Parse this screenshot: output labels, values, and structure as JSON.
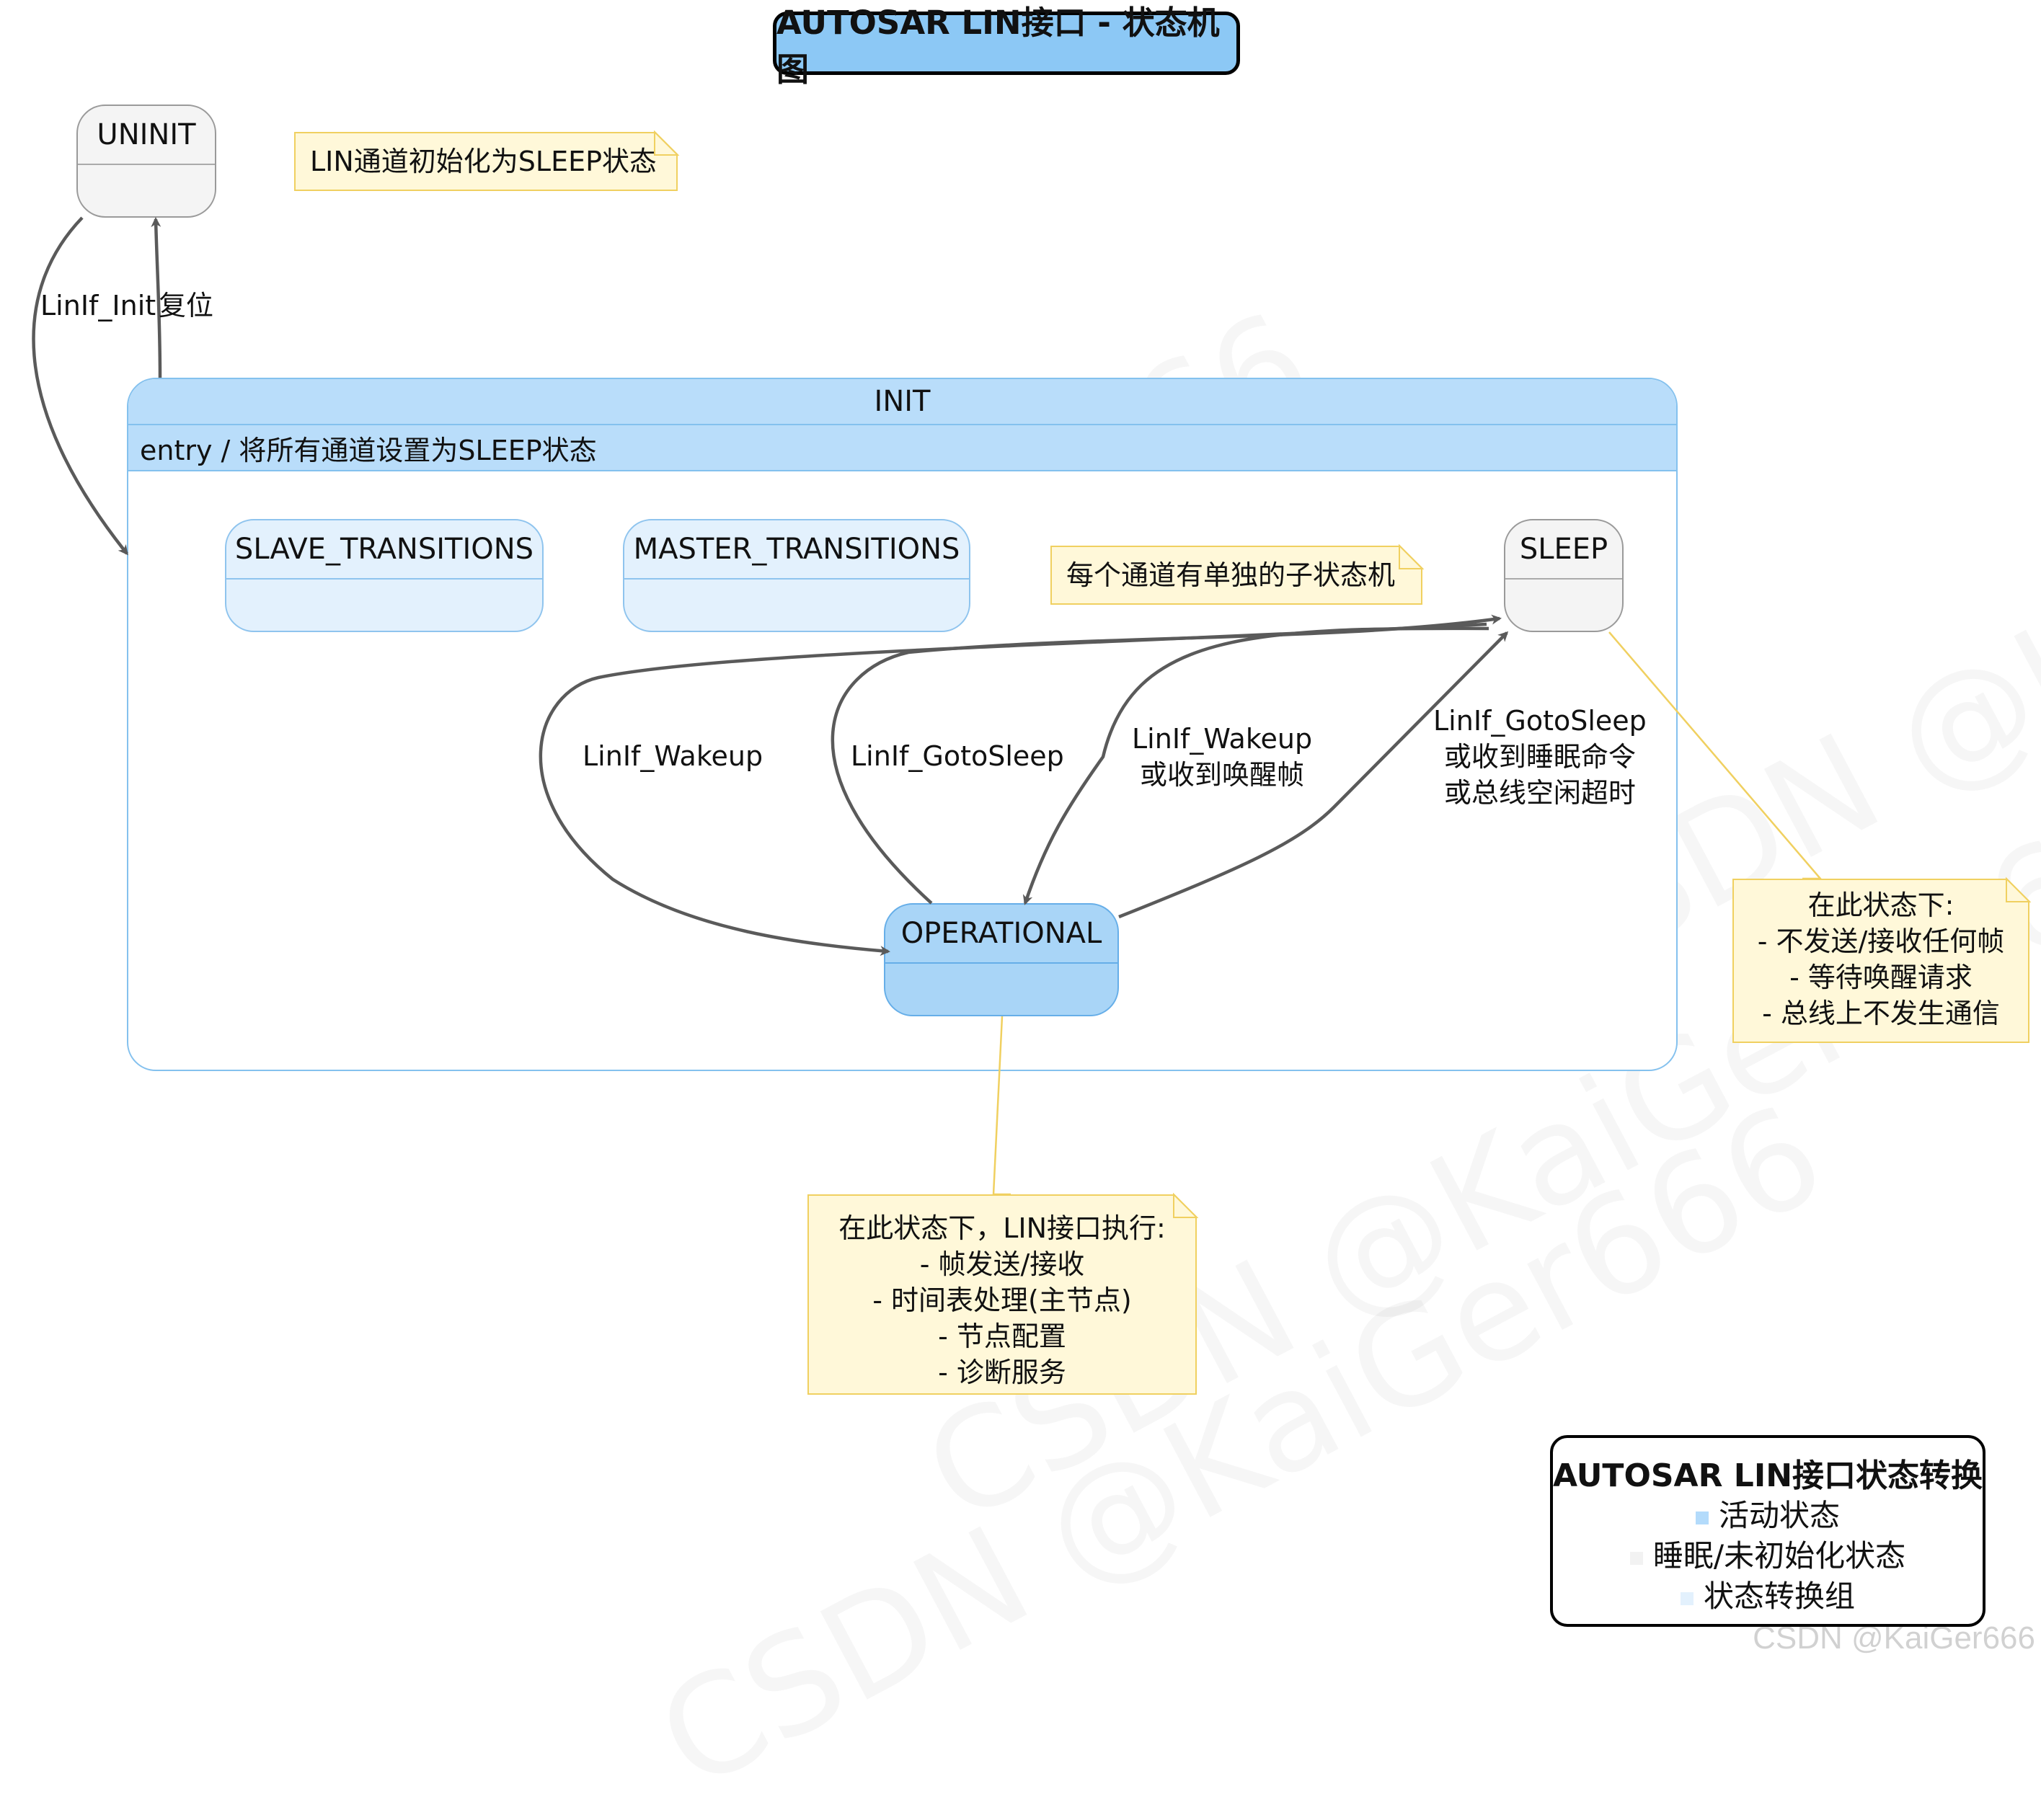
{
  "title": "AUTOSAR LIN接口 - 状态机图",
  "states": {
    "uninit": "UNINIT",
    "init": "INIT",
    "init_entry": "entry / 将所有通道设置为SLEEP状态",
    "slave_transitions": "SLAVE_TRANSITIONS",
    "master_transitions": "MASTER_TRANSITIONS",
    "sleep": "SLEEP",
    "operational": "OPERATIONAL"
  },
  "transitions": {
    "uninit_to_init": "LinIf_Init",
    "init_to_uninit": "复位",
    "sleep_to_operational_1": "LinIf_Wakeup",
    "operational_to_sleep_1": "LinIf_GotoSleep",
    "sleep_to_operational_2": [
      "LinIf_Wakeup",
      "或收到唤醒帧"
    ],
    "operational_to_sleep_2": [
      "LinIf_GotoSleep",
      "或收到睡眠命令",
      "或总线空闲超时"
    ]
  },
  "notes": {
    "uninit_note": "LIN通道初始化为SLEEP状态",
    "init_note": "每个通道有单独的子状态机",
    "sleep_note": [
      "在此状态下:",
      "- 不发送/接收任何帧",
      "- 等待唤醒请求",
      "- 总线上不发生通信"
    ],
    "operational_note": [
      "在此状态下，LIN接口执行:",
      "- 帧发送/接收",
      "- 时间表处理(主节点)",
      "- 节点配置",
      "- 诊断服务"
    ]
  },
  "legend": {
    "title": "AUTOSAR LIN接口状态转换",
    "items": [
      {
        "label": "活动状态",
        "color": "#b3dbfb"
      },
      {
        "label": "睡眠/未初始化状态",
        "color": "#f2f2f2"
      },
      {
        "label": "状态转换组",
        "color": "#e3f1fd"
      }
    ]
  },
  "watermark": "CSDN @KaiGer666",
  "colors": {
    "title_bg": "#8cc8f5",
    "active_state": "#a9d5f7",
    "sleep_state": "#f4f4f4",
    "group_state": "#e3f1fd",
    "note_bg": "#fff8d9",
    "arrow": "#5a5a5a"
  }
}
